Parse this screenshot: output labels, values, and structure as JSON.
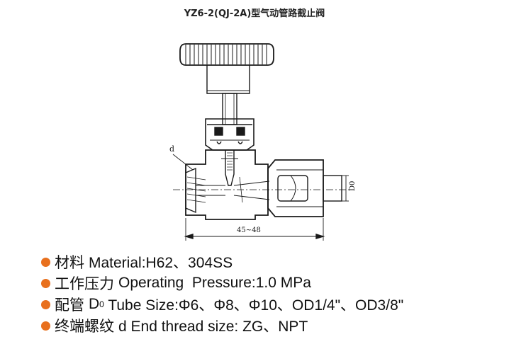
{
  "title": "YZ6-2(QJ-2A)型气动管路截止阀",
  "drawing": {
    "thread_label": "d",
    "dimension_label": "45~48",
    "tube_label": "D0"
  },
  "colors": {
    "bullet": "#e8701e",
    "line": "#1a1a1a"
  },
  "specs": [
    {
      "label": "材料",
      "text": "Material:H62、304SS"
    },
    {
      "label": "工作压力",
      "text": "Operating  Pressure:1.0 MPa"
    },
    {
      "label": "配管",
      "text_pre": "D",
      "text_sub": "0",
      "text_post": " Tube Size:Φ6、Φ8、Φ10、OD1/4\"、OD3/8\""
    },
    {
      "label": "终端螺纹",
      "text": "d End thread size: ZG、NPT"
    }
  ]
}
